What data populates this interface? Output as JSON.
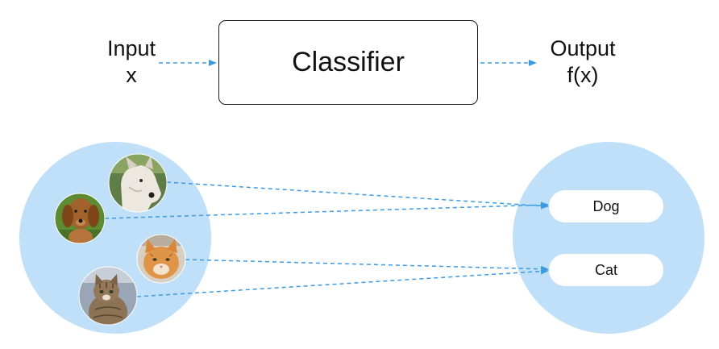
{
  "input": {
    "line1": "Input",
    "line2": "x"
  },
  "classifier": {
    "label": "Classifier"
  },
  "output": {
    "line1": "Output",
    "line2": "f(x)"
  },
  "classes": [
    {
      "label": "Dog"
    },
    {
      "label": "Cat"
    }
  ],
  "images": [
    {
      "name": "white-dog-photo",
      "depicts": "white husky-like dog",
      "class": "Dog"
    },
    {
      "name": "brown-puppy-photo",
      "depicts": "brown dachshund puppy",
      "class": "Dog"
    },
    {
      "name": "orange-cat-photo",
      "depicts": "orange tabby cat",
      "class": "Cat"
    },
    {
      "name": "tabby-cat-photo",
      "depicts": "grey tabby kitten",
      "class": "Cat"
    }
  ],
  "colors": {
    "circle_fill": "#bfe0f8",
    "arrow": "#3c9be0",
    "box_border": "#1a1a1a"
  }
}
